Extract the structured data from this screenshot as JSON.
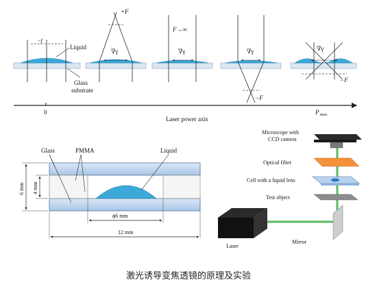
{
  "stages": [
    {
      "focal_label": "−f",
      "liquid_label": "Liquid",
      "substrate_label_1": "Glass",
      "substrate_label_2": "substrate"
    },
    {
      "focal_label": "+F",
      "grad_label": "∇γ"
    },
    {
      "focal_label": "F→∞",
      "grad_label": "∇γ"
    },
    {
      "focal_label": "−F",
      "grad_label": "∇γ"
    },
    {
      "focal_label": "−F",
      "grad_label": "∇γ"
    }
  ],
  "axis": {
    "origin_label": "0",
    "end_label": "P",
    "end_sub": "max",
    "title": "Laser power axis"
  },
  "cell": {
    "glass_label": "Glass",
    "pmma_label": "PMMA",
    "liquid_label": "Liquid",
    "dim_outer": "6 mm",
    "dim_inner": "4 mm",
    "dim_drop": "ϕ6 mm",
    "dim_width": "12 mm"
  },
  "setup": {
    "microscope_1": "Microscope with",
    "microscope_2": "CCD camera",
    "filter": "Optical filter",
    "cell": "Cell with a liquid lens",
    "object": "Test object",
    "mirror": "Mirror",
    "laser": "Laser"
  },
  "caption": "激光诱导变焦透镜的原理及实验",
  "colors": {
    "liquid": "#3ca9d9",
    "glass": "#c6dcf1",
    "filter": "#f5913a",
    "beam": "#3cb043"
  }
}
